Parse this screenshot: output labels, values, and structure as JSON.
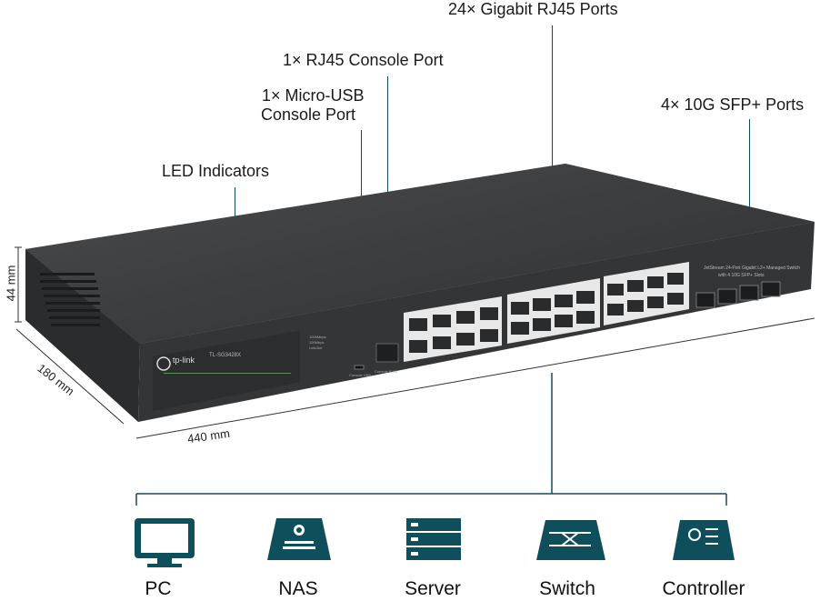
{
  "callouts": {
    "gigabit_ports": "24× Gigabit RJ45 Ports",
    "rj45_console": "1× RJ45 Console Port",
    "usb_console_line1": "1× Micro-USB",
    "usb_console_line2": "Console Port",
    "sfp_ports": "4× 10G SFP+ Ports",
    "led_indicators": "LED Indicators"
  },
  "switch": {
    "brand": "tp-link",
    "model": "TL-SG3428X",
    "description_line1": "JetStream 24-Port Gigabit L2+ Managed Switch",
    "description_line2": "with 4 10G SFP+ Slots",
    "console_usb_label": "Console USB",
    "console_rj45_label": "Console RJ45",
    "status_labels": [
      "1000Mbps",
      "100Mbps",
      "Link/Act"
    ]
  },
  "dimensions": {
    "height": "44 mm",
    "depth": "180 mm",
    "width": "440 mm"
  },
  "devices": [
    {
      "label": "PC",
      "icon": "pc-icon"
    },
    {
      "label": "NAS",
      "icon": "nas-icon"
    },
    {
      "label": "Server",
      "icon": "server-icon"
    },
    {
      "label": "Switch",
      "icon": "switch-icon"
    },
    {
      "label": "Controller",
      "icon": "controller-icon"
    }
  ],
  "colors": {
    "accent": "#0e4f5b",
    "device_body": "#2d2f31",
    "device_face": "#3a3c3e"
  }
}
